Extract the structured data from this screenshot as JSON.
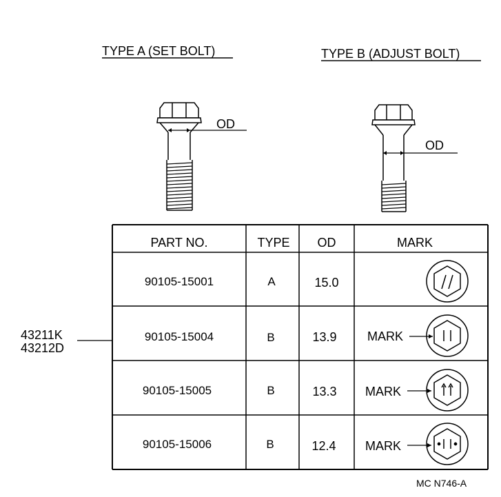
{
  "titles": {
    "type_a": "TYPE A (SET BOLT)",
    "type_b": "TYPE B (ADJUST BOLT)"
  },
  "od_label_a": "OD",
  "od_label_b": "OD",
  "table": {
    "headers": [
      "PART NO.",
      "TYPE",
      "OD",
      "MARK"
    ],
    "rows": [
      {
        "part_no": "90105-15001",
        "type": "A",
        "od": "15.0",
        "mark_label": "",
        "head_mark": "slash-lines"
      },
      {
        "part_no": "90105-15004",
        "type": "B",
        "od": "13.9",
        "mark_label": "MARK",
        "head_mark": "two-vertical-lines"
      },
      {
        "part_no": "90105-15005",
        "type": "B",
        "od": "13.3",
        "mark_label": "MARK",
        "head_mark": "two-arrows"
      },
      {
        "part_no": "90105-15006",
        "type": "B",
        "od": "12.4",
        "mark_label": "MARK",
        "head_mark": "two-lines-with-dots"
      }
    ]
  },
  "applicable_models": [
    "43211K",
    "43212D"
  ],
  "figure_code": "MC N746-A",
  "line_color": "#000000",
  "background": "#ffffff"
}
